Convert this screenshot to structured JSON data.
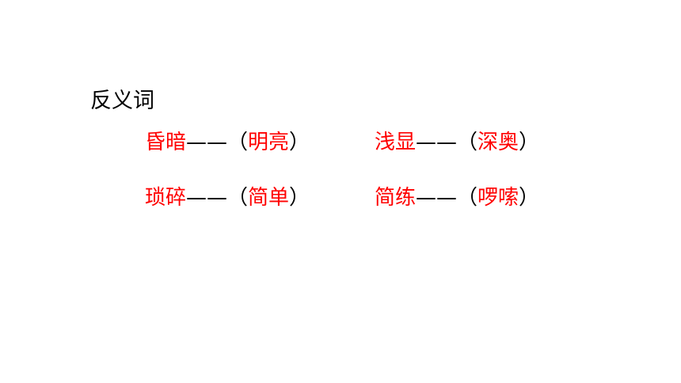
{
  "colors": {
    "text": "#000000",
    "highlight": "#ff0000",
    "background": "#ffffff"
  },
  "heading": "反义词",
  "pairs": [
    {
      "word": "昏暗",
      "dash": "——",
      "open": "（",
      "antonym": "明亮",
      "close": "）"
    },
    {
      "word": "浅显",
      "dash": "——",
      "open": "（",
      "antonym": "深奥",
      "close": "）"
    },
    {
      "word": "琐碎",
      "dash": "——",
      "open": "（",
      "antonym": "简单",
      "close": "）"
    },
    {
      "word": "简练",
      "dash": "——",
      "open": "（",
      "antonym": "啰嗦",
      "close": "）"
    }
  ]
}
